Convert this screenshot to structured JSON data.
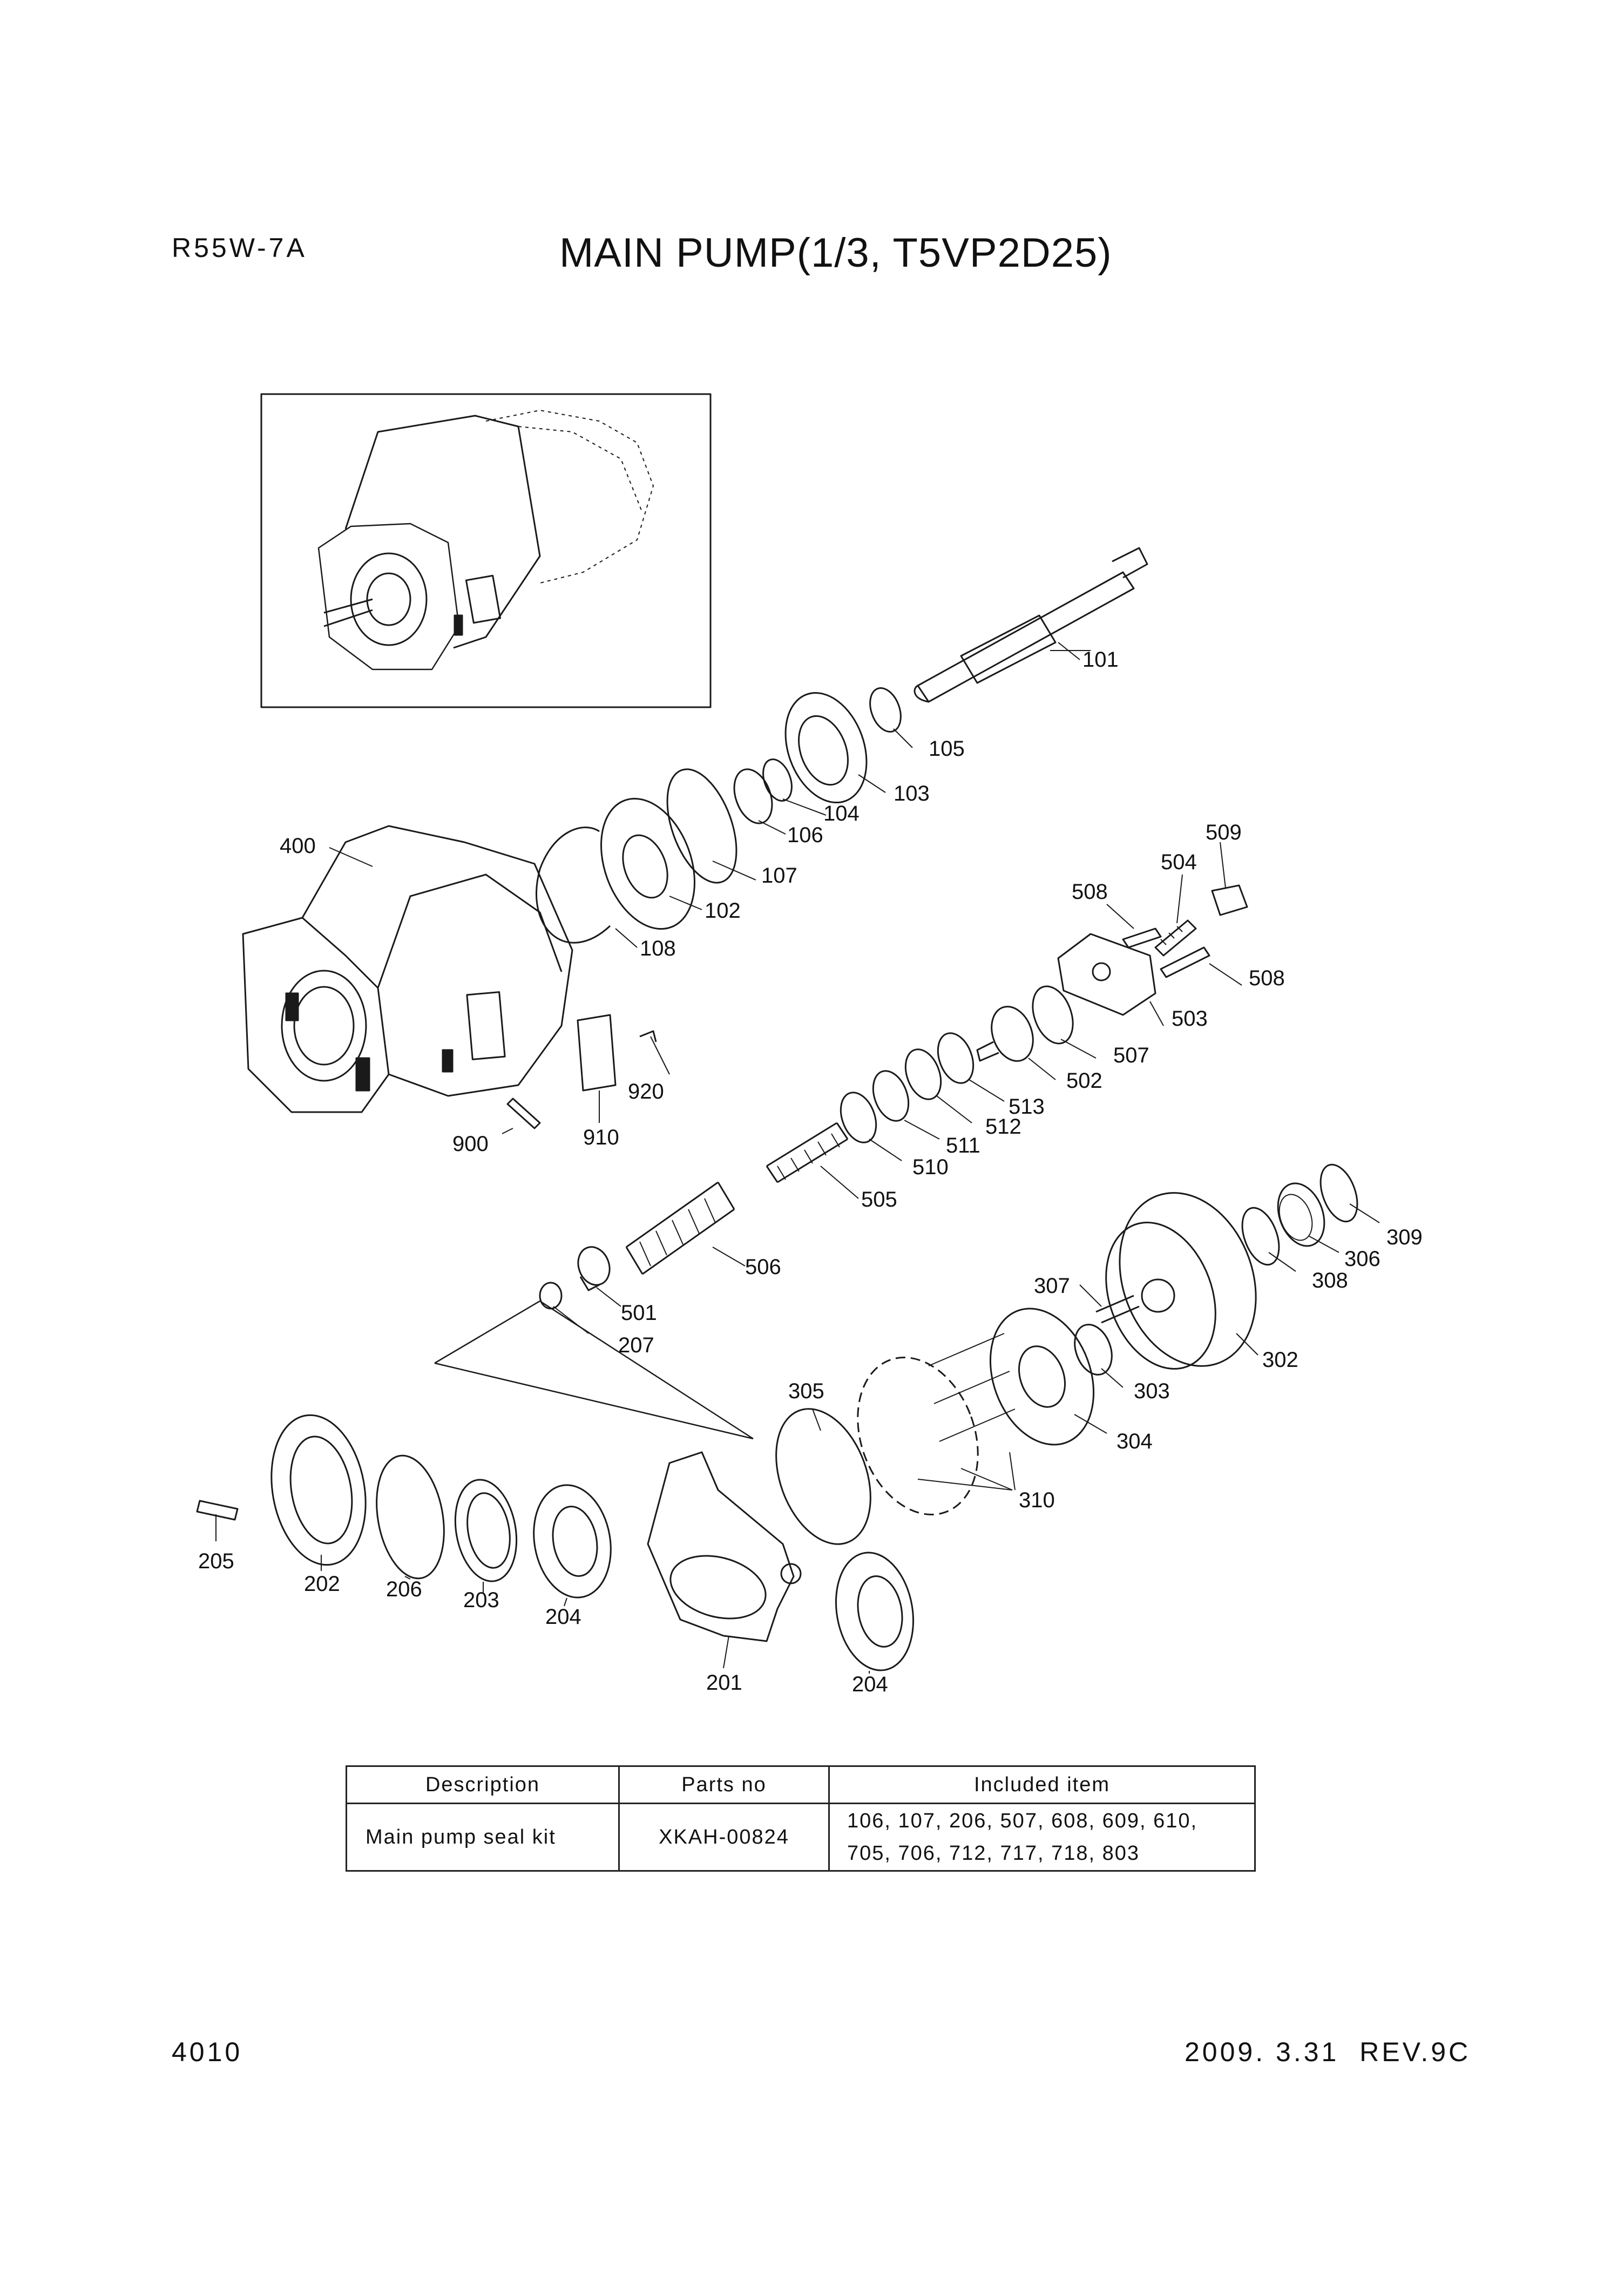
{
  "header": {
    "model": "R55W-7A",
    "title": "MAIN PUMP(1/3, T5VP2D25)"
  },
  "callouts": [
    {
      "id": "101",
      "label": "101"
    },
    {
      "id": "105",
      "label": "105"
    },
    {
      "id": "103",
      "label": "103"
    },
    {
      "id": "104",
      "label": "104"
    },
    {
      "id": "106",
      "label": "106"
    },
    {
      "id": "107",
      "label": "107"
    },
    {
      "id": "102",
      "label": "102"
    },
    {
      "id": "108",
      "label": "108"
    },
    {
      "id": "400",
      "label": "400"
    },
    {
      "id": "509",
      "label": "509"
    },
    {
      "id": "504",
      "label": "504"
    },
    {
      "id": "508a",
      "label": "508"
    },
    {
      "id": "508b",
      "label": "508"
    },
    {
      "id": "503",
      "label": "503"
    },
    {
      "id": "507",
      "label": "507"
    },
    {
      "id": "502",
      "label": "502"
    },
    {
      "id": "513",
      "label": "513"
    },
    {
      "id": "512",
      "label": "512"
    },
    {
      "id": "511",
      "label": "511"
    },
    {
      "id": "510",
      "label": "510"
    },
    {
      "id": "505",
      "label": "505"
    },
    {
      "id": "506",
      "label": "506"
    },
    {
      "id": "501",
      "label": "501"
    },
    {
      "id": "207",
      "label": "207"
    },
    {
      "id": "920",
      "label": "920"
    },
    {
      "id": "910",
      "label": "910"
    },
    {
      "id": "900",
      "label": "900"
    },
    {
      "id": "309",
      "label": "309"
    },
    {
      "id": "306",
      "label": "306"
    },
    {
      "id": "308",
      "label": "308"
    },
    {
      "id": "307",
      "label": "307"
    },
    {
      "id": "302",
      "label": "302"
    },
    {
      "id": "303",
      "label": "303"
    },
    {
      "id": "304",
      "label": "304"
    },
    {
      "id": "305",
      "label": "305"
    },
    {
      "id": "310",
      "label": "310"
    },
    {
      "id": "205",
      "label": "205"
    },
    {
      "id": "202",
      "label": "202"
    },
    {
      "id": "206",
      "label": "206"
    },
    {
      "id": "203",
      "label": "203"
    },
    {
      "id": "204a",
      "label": "204"
    },
    {
      "id": "201",
      "label": "201"
    },
    {
      "id": "204b",
      "label": "204"
    }
  ],
  "kit_table": {
    "headers": [
      "Description",
      "Parts no",
      "Included item"
    ],
    "rows": [
      {
        "description": "Main pump seal kit",
        "parts_no": "XKAH-00824",
        "items_line1": "106, 107, 206, 507, 608, 609, 610,",
        "items_line2": "705, 706, 712, 717, 718, 803"
      }
    ]
  },
  "footer": {
    "page": "4010",
    "revision": "2009. 3.31  REV.9C"
  }
}
